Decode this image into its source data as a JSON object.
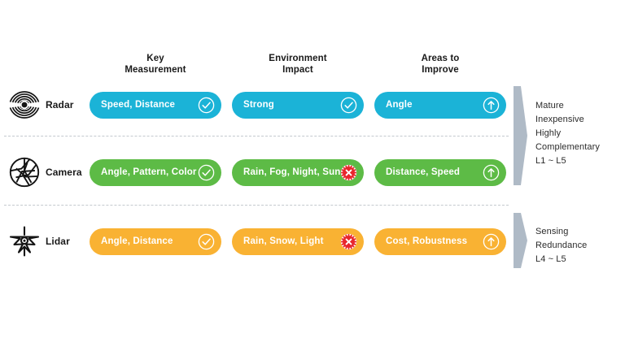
{
  "columns": [
    {
      "line1": "Key",
      "line2": "Measurement"
    },
    {
      "line1": "Environment",
      "line2": "Impact"
    },
    {
      "line1": "Areas to",
      "line2": "Improve"
    }
  ],
  "colors": {
    "radar": "#1BB3D7",
    "camera": "#5DBB46",
    "lidar": "#F9B233",
    "reject": "#E8262C",
    "bracket": "#AFBAC6",
    "divider": "#C4C9CF",
    "text_dark": "#1A1A1A"
  },
  "rows": [
    {
      "name": "Radar",
      "icon": "radar-icon",
      "color_key": "radar",
      "cells": [
        {
          "text": "Speed, Distance",
          "mark": "check-circle-icon"
        },
        {
          "text": "Strong",
          "mark": "check-circle-icon"
        },
        {
          "text": "Angle",
          "mark": "arrow-up-circle-icon"
        }
      ]
    },
    {
      "name": "Camera",
      "icon": "camera-aperture-icon",
      "color_key": "camera",
      "cells": [
        {
          "text": "Angle, Pattern, Color",
          "mark": "check-circle-icon"
        },
        {
          "text": "Rain, Fog, Night, Sun",
          "mark": "x-circle-icon"
        },
        {
          "text": "Distance, Speed",
          "mark": "arrow-up-circle-icon"
        }
      ]
    },
    {
      "name": "Lidar",
      "icon": "lidar-burst-icon",
      "color_key": "lidar",
      "cells": [
        {
          "text": "Angle, Distance",
          "mark": "check-circle-icon"
        },
        {
          "text": "Rain, Snow, Light",
          "mark": "x-circle-icon"
        },
        {
          "text": "Cost, Robustness",
          "mark": "arrow-up-circle-icon"
        }
      ]
    }
  ],
  "callouts": [
    {
      "lines": [
        "Mature",
        "Inexpensive",
        "Highly",
        "Complementary",
        "L1 ~ L5"
      ]
    },
    {
      "lines": [
        "Sensing",
        "Redundance",
        "L4 ~ L5"
      ]
    }
  ]
}
